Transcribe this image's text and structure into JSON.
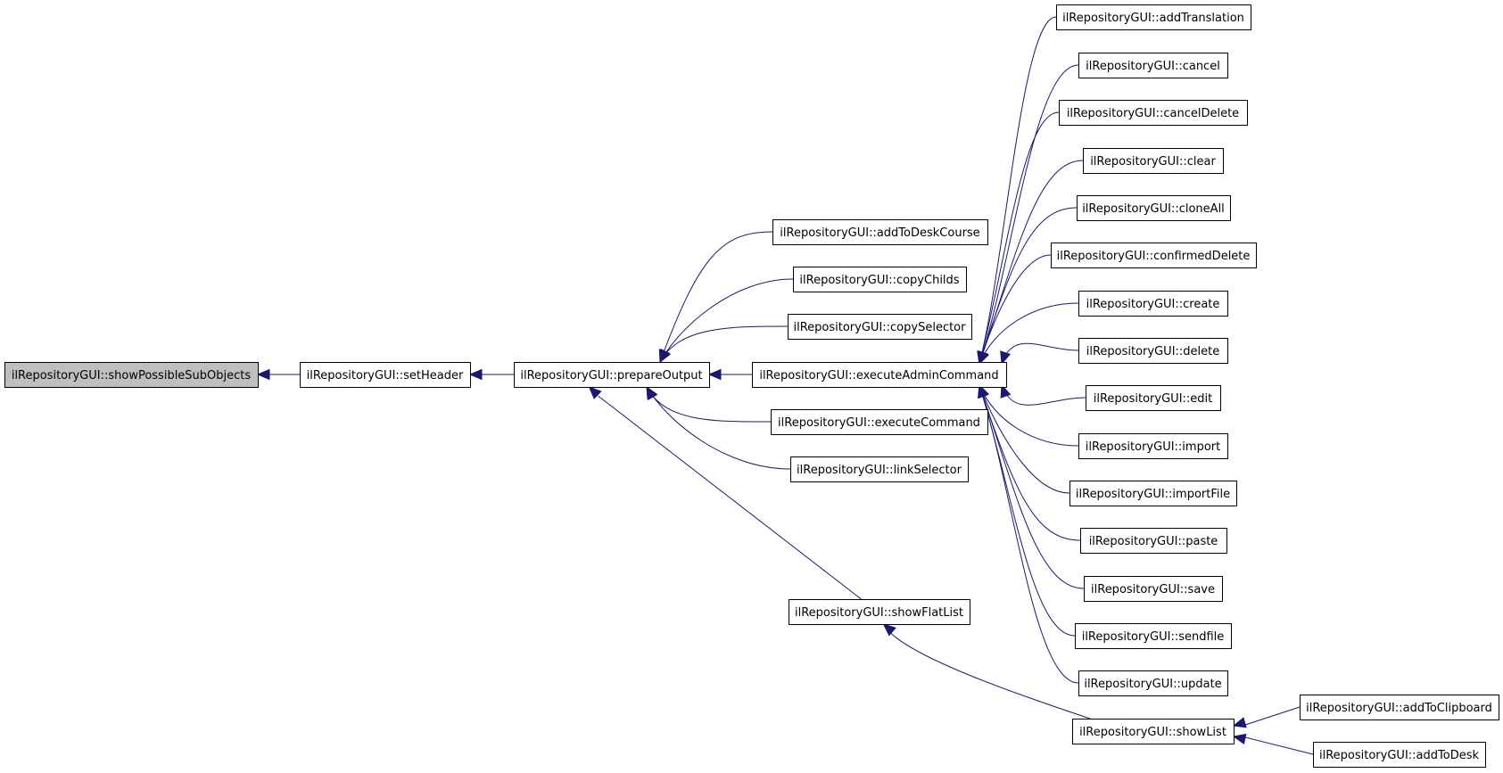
{
  "graph": {
    "nodes": [
      {
        "id": "showPossibleSubObjects",
        "label": "ilRepositoryGUI::showPossibleSubObjects",
        "focus": true
      },
      {
        "id": "setHeader",
        "label": "ilRepositoryGUI::setHeader"
      },
      {
        "id": "prepareOutput",
        "label": "ilRepositoryGUI::prepareOutput"
      },
      {
        "id": "addToDeskCourse",
        "label": "ilRepositoryGUI::addToDeskCourse"
      },
      {
        "id": "copyChilds",
        "label": "ilRepositoryGUI::copyChilds"
      },
      {
        "id": "copySelector",
        "label": "ilRepositoryGUI::copySelector"
      },
      {
        "id": "executeAdminCommand",
        "label": "ilRepositoryGUI::executeAdminCommand"
      },
      {
        "id": "executeCommand",
        "label": "ilRepositoryGUI::executeCommand"
      },
      {
        "id": "linkSelector",
        "label": "ilRepositoryGUI::linkSelector"
      },
      {
        "id": "showFlatList",
        "label": "ilRepositoryGUI::showFlatList"
      },
      {
        "id": "addTranslation",
        "label": "ilRepositoryGUI::addTranslation"
      },
      {
        "id": "cancel",
        "label": "ilRepositoryGUI::cancel"
      },
      {
        "id": "cancelDelete",
        "label": "ilRepositoryGUI::cancelDelete"
      },
      {
        "id": "clear",
        "label": "ilRepositoryGUI::clear"
      },
      {
        "id": "cloneAll",
        "label": "ilRepositoryGUI::cloneAll"
      },
      {
        "id": "confirmedDelete",
        "label": "ilRepositoryGUI::confirmedDelete"
      },
      {
        "id": "create",
        "label": "ilRepositoryGUI::create"
      },
      {
        "id": "delete",
        "label": "ilRepositoryGUI::delete"
      },
      {
        "id": "edit",
        "label": "ilRepositoryGUI::edit"
      },
      {
        "id": "import",
        "label": "ilRepositoryGUI::import"
      },
      {
        "id": "importFile",
        "label": "ilRepositoryGUI::importFile"
      },
      {
        "id": "paste",
        "label": "ilRepositoryGUI::paste"
      },
      {
        "id": "save",
        "label": "ilRepositoryGUI::save"
      },
      {
        "id": "sendfile",
        "label": "ilRepositoryGUI::sendfile"
      },
      {
        "id": "update",
        "label": "ilRepositoryGUI::update"
      },
      {
        "id": "showList",
        "label": "ilRepositoryGUI::showList"
      },
      {
        "id": "addToClipboard",
        "label": "ilRepositoryGUI::addToClipboard"
      },
      {
        "id": "addToDesk",
        "label": "ilRepositoryGUI::addToDesk"
      }
    ],
    "edges": [
      {
        "from": "setHeader",
        "to": "showPossibleSubObjects"
      },
      {
        "from": "prepareOutput",
        "to": "setHeader"
      },
      {
        "from": "addToDeskCourse",
        "to": "prepareOutput"
      },
      {
        "from": "copyChilds",
        "to": "prepareOutput"
      },
      {
        "from": "copySelector",
        "to": "prepareOutput"
      },
      {
        "from": "executeAdminCommand",
        "to": "prepareOutput"
      },
      {
        "from": "executeCommand",
        "to": "prepareOutput"
      },
      {
        "from": "linkSelector",
        "to": "prepareOutput"
      },
      {
        "from": "showFlatList",
        "to": "prepareOutput"
      },
      {
        "from": "addTranslation",
        "to": "executeAdminCommand"
      },
      {
        "from": "cancel",
        "to": "executeAdminCommand"
      },
      {
        "from": "cancelDelete",
        "to": "executeAdminCommand"
      },
      {
        "from": "clear",
        "to": "executeAdminCommand"
      },
      {
        "from": "cloneAll",
        "to": "executeAdminCommand"
      },
      {
        "from": "confirmedDelete",
        "to": "executeAdminCommand"
      },
      {
        "from": "create",
        "to": "executeAdminCommand"
      },
      {
        "from": "delete",
        "to": "executeAdminCommand"
      },
      {
        "from": "edit",
        "to": "executeAdminCommand"
      },
      {
        "from": "import",
        "to": "executeAdminCommand"
      },
      {
        "from": "importFile",
        "to": "executeAdminCommand"
      },
      {
        "from": "paste",
        "to": "executeAdminCommand"
      },
      {
        "from": "save",
        "to": "executeAdminCommand"
      },
      {
        "from": "sendfile",
        "to": "executeAdminCommand"
      },
      {
        "from": "update",
        "to": "executeAdminCommand"
      },
      {
        "from": "showList",
        "to": "showFlatList"
      },
      {
        "from": "addToClipboard",
        "to": "showList"
      },
      {
        "from": "addToDesk",
        "to": "showList"
      }
    ]
  },
  "colors": {
    "edge": "#191970",
    "focus_fill": "#bfbfbf",
    "node_fill": "#ffffff",
    "node_stroke": "#000000"
  }
}
